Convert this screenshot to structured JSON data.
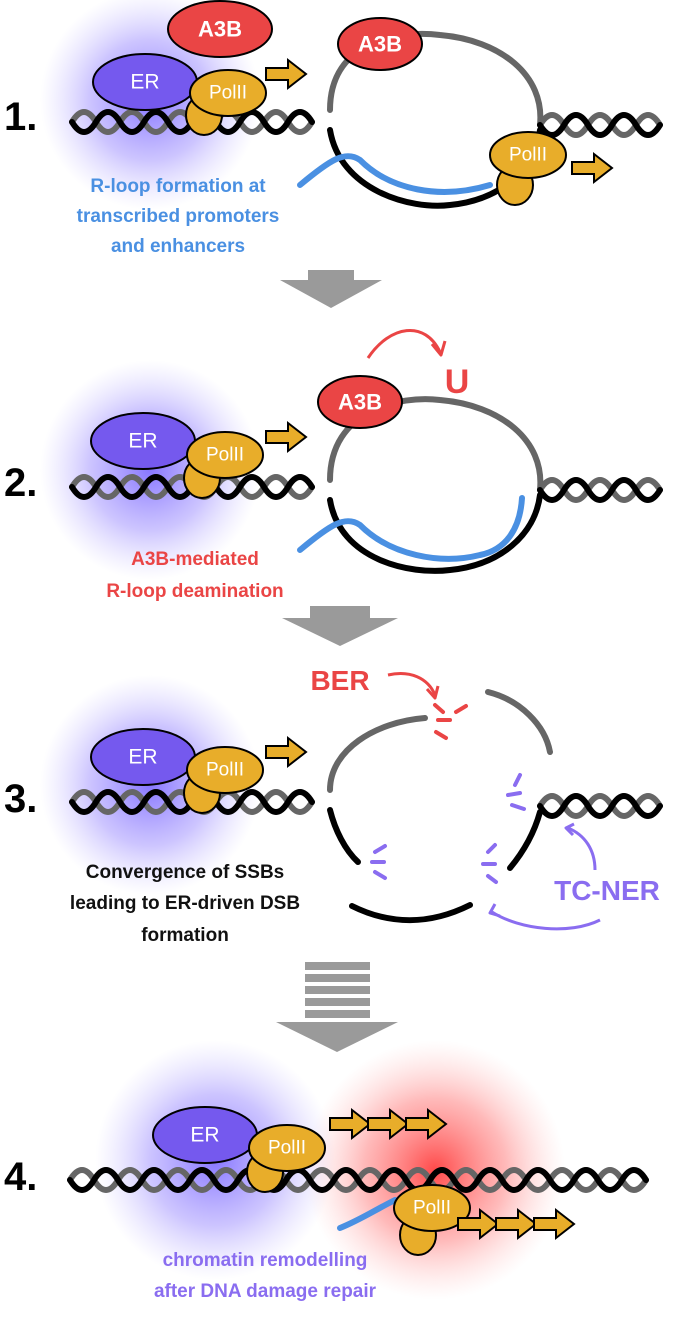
{
  "colors": {
    "er": "#7559ee",
    "pol": "#e8ad2a",
    "a3b": "#ea4545",
    "rna": "#4a90e2",
    "dna_black": "#000000",
    "dna_grey": "#666666",
    "arrow_grey": "#9a9a9a",
    "label_blue": "#4a90e2",
    "label_red": "#ea4545",
    "label_purple": "#8a6df0"
  },
  "proteins": {
    "er": "ER",
    "pol": "PolII",
    "a3b": "A3B"
  },
  "panels": [
    {
      "number": "1.",
      "caption": [
        "R-loop formation at",
        "transcribed promoters",
        "and enhancers"
      ]
    },
    {
      "number": "2.",
      "caption": [
        "A3B-mediated",
        "R-loop deamination"
      ],
      "mark": "U"
    },
    {
      "number": "3.",
      "caption": [
        "Convergence of SSBs",
        "leading to ER-driven DSB",
        "formation"
      ],
      "ber": "BER",
      "tcner": "TC-NER"
    },
    {
      "number": "4.",
      "caption": [
        "chromatin remodelling",
        "after DNA damage repair"
      ]
    }
  ]
}
